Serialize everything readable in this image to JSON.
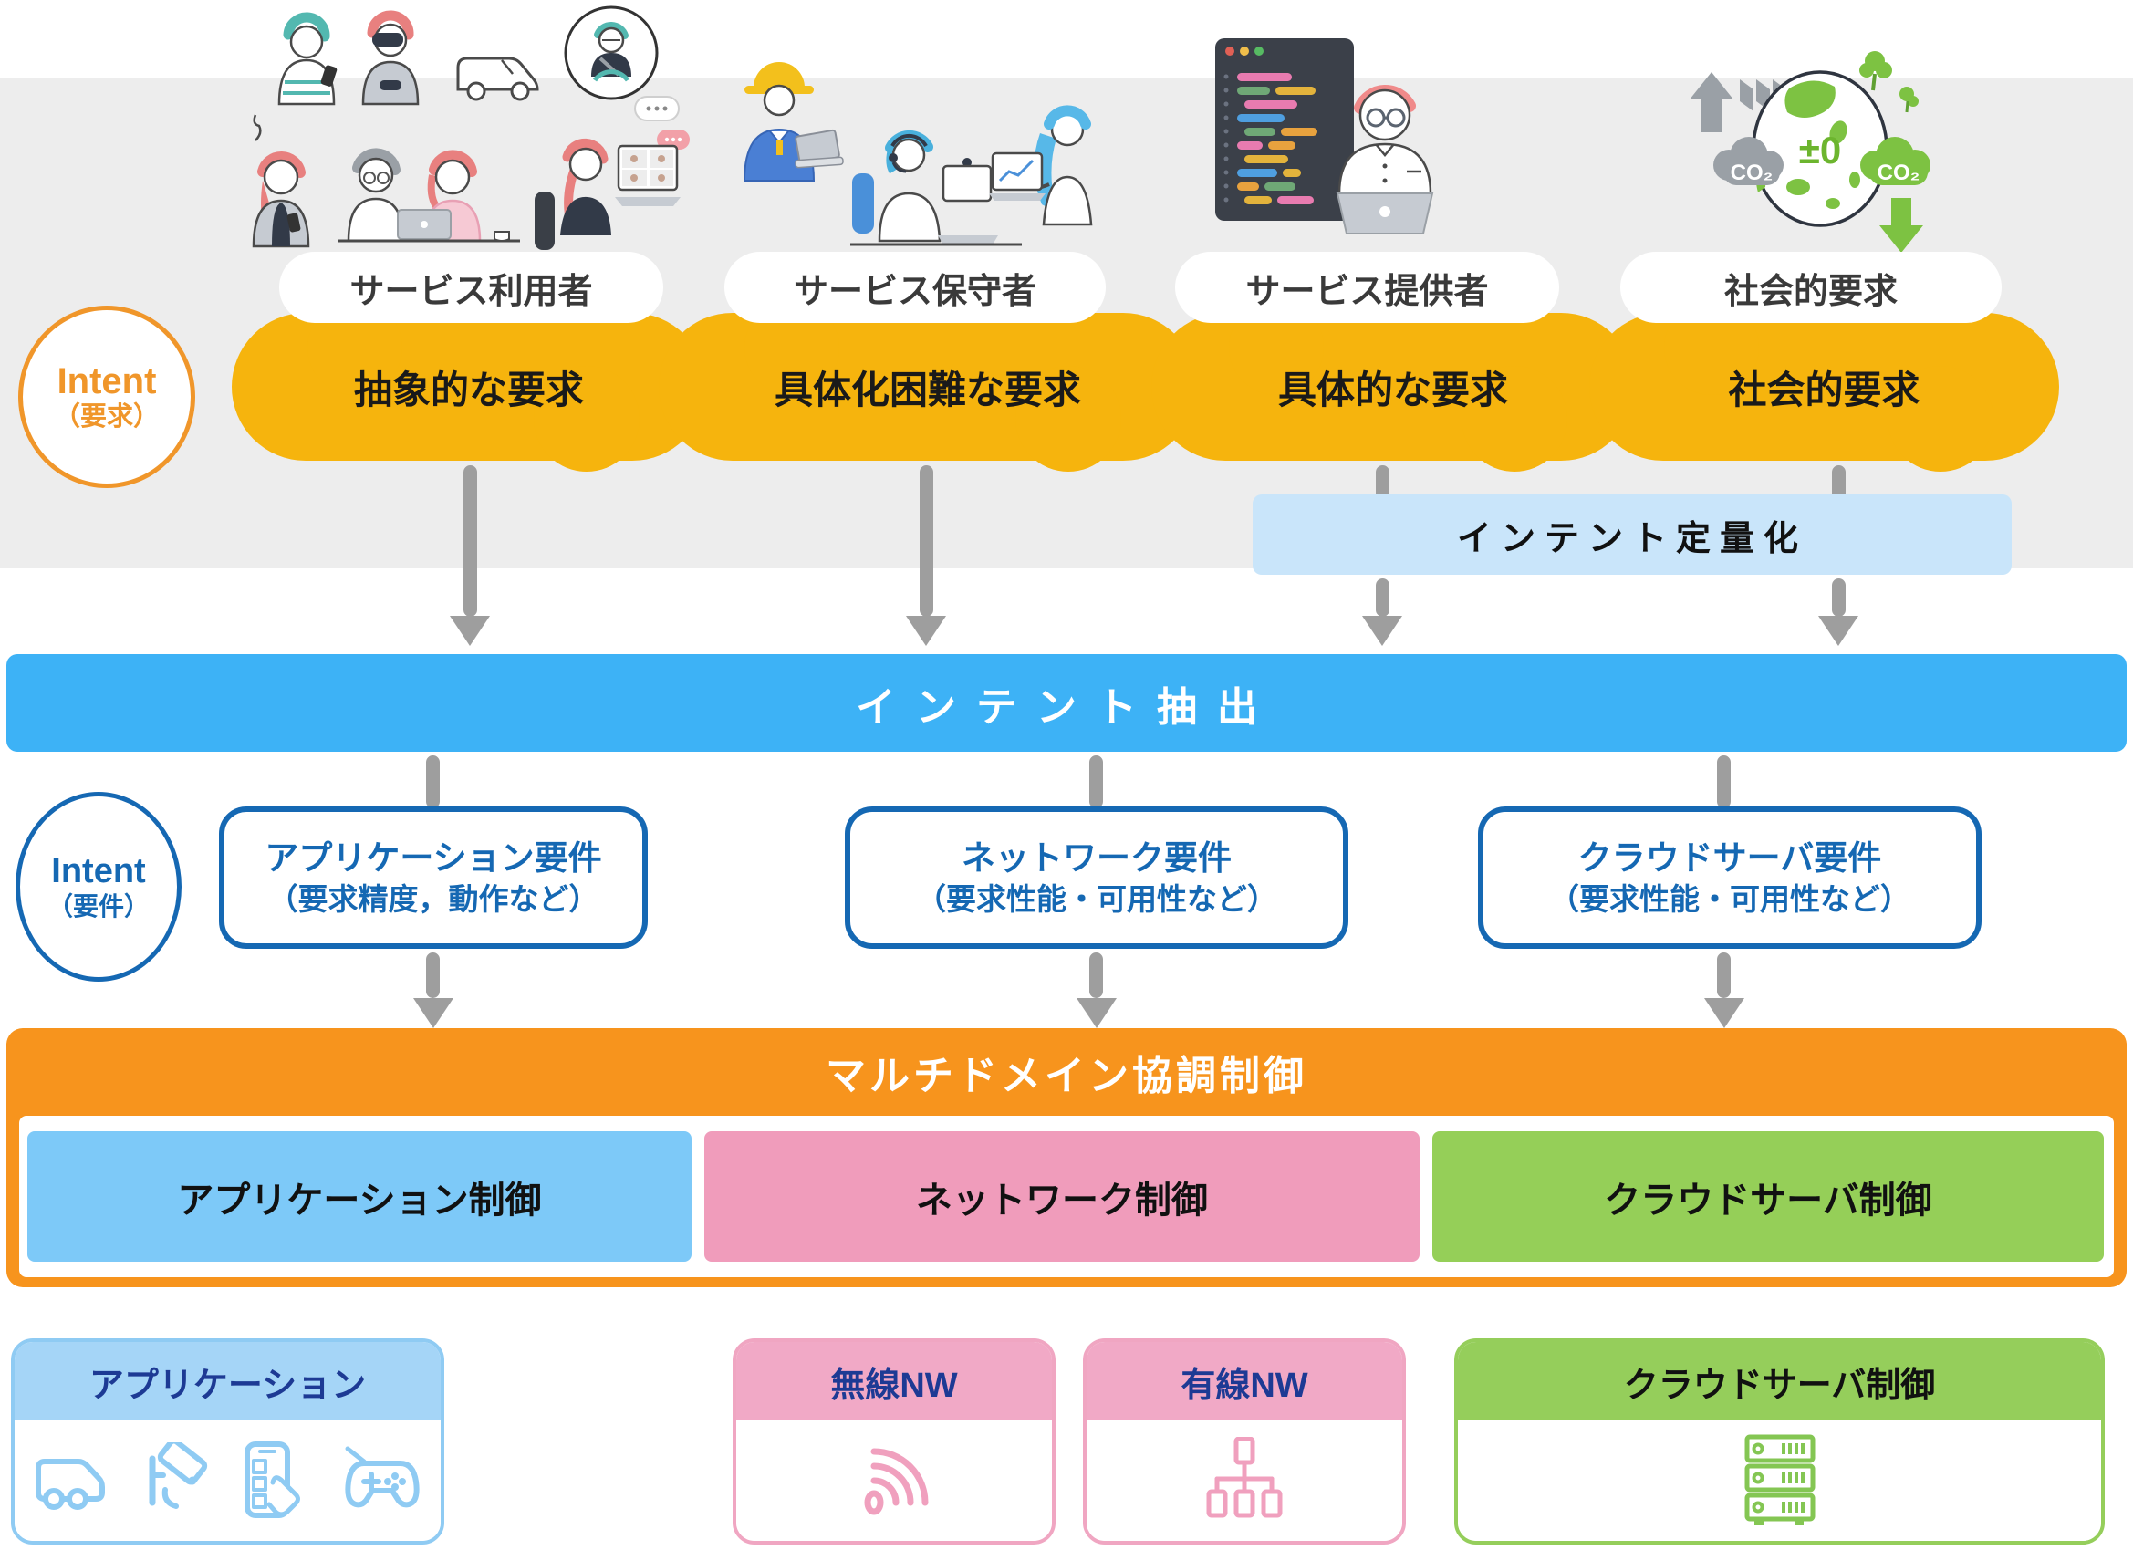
{
  "colors": {
    "gray_band": "#EDEDED",
    "cloud_band_orange": "#F6B40D",
    "intent_demand_accent": "#F0962A",
    "intent_requirement_accent": "#1568B3",
    "arrow_gray": "#9E9E9E",
    "quantification_bg": "#C9E5FA",
    "extraction_bg": "#3DB2F6",
    "multi_domain_orange": "#F7941D",
    "domain_app_blue": "#7DC9F8",
    "domain_nw_pink": "#F09CBB",
    "domain_cloud_green": "#95CF58",
    "infra_blue": "#8FCBF3",
    "infra_pink": "#F0A6C2",
    "infra_green": "#95CE5B",
    "infra_header_text_navy": "#1D3A94"
  },
  "top": {
    "actors": [
      {
        "label": "サービス利用者",
        "demand": "抽象的な要求"
      },
      {
        "label": "サービス保守者",
        "demand": "具体化困難な要求"
      },
      {
        "label": "サービス提供者",
        "demand": "具体的な要求"
      },
      {
        "label": "社会的要求",
        "demand": "社会的要求"
      }
    ],
    "intent_demand_badge": {
      "line1": "Intent",
      "line2": "（要求）"
    },
    "quantification_label": "インテント定量化"
  },
  "extraction": {
    "label": "インテント抽出"
  },
  "requirements": {
    "badge": {
      "line1": "Intent",
      "line2": "（要件）"
    },
    "boxes": [
      {
        "title": "アプリケーション要件",
        "subtitle": "（要求精度，動作など）"
      },
      {
        "title": "ネットワーク要件",
        "subtitle": "（要求性能・可用性など）"
      },
      {
        "title": "クラウドサーバ要件",
        "subtitle": "（要求性能・可用性など）"
      }
    ]
  },
  "multi_domain": {
    "title": "マルチドメイン協調制御",
    "domains": [
      {
        "label": "アプリケーション制御"
      },
      {
        "label": "ネットワーク制御"
      },
      {
        "label": "クラウドサーバ制御"
      }
    ]
  },
  "infrastructure": {
    "boxes": [
      {
        "label": "アプリケーション",
        "icons": [
          "delivery-van-icon",
          "security-camera-icon",
          "smartphone-touch-icon",
          "game-controller-icon"
        ]
      },
      {
        "label": "無線NW",
        "icons": [
          "wifi-icon"
        ]
      },
      {
        "label": "有線NW",
        "icons": [
          "wired-network-icon"
        ]
      },
      {
        "label": "クラウドサーバ制御",
        "icons": [
          "server-rack-icon"
        ]
      }
    ]
  },
  "social": {
    "co2_emission_label": "CO₂",
    "co2_reduction_label": "CO₂",
    "net_zero_label": "±0"
  }
}
